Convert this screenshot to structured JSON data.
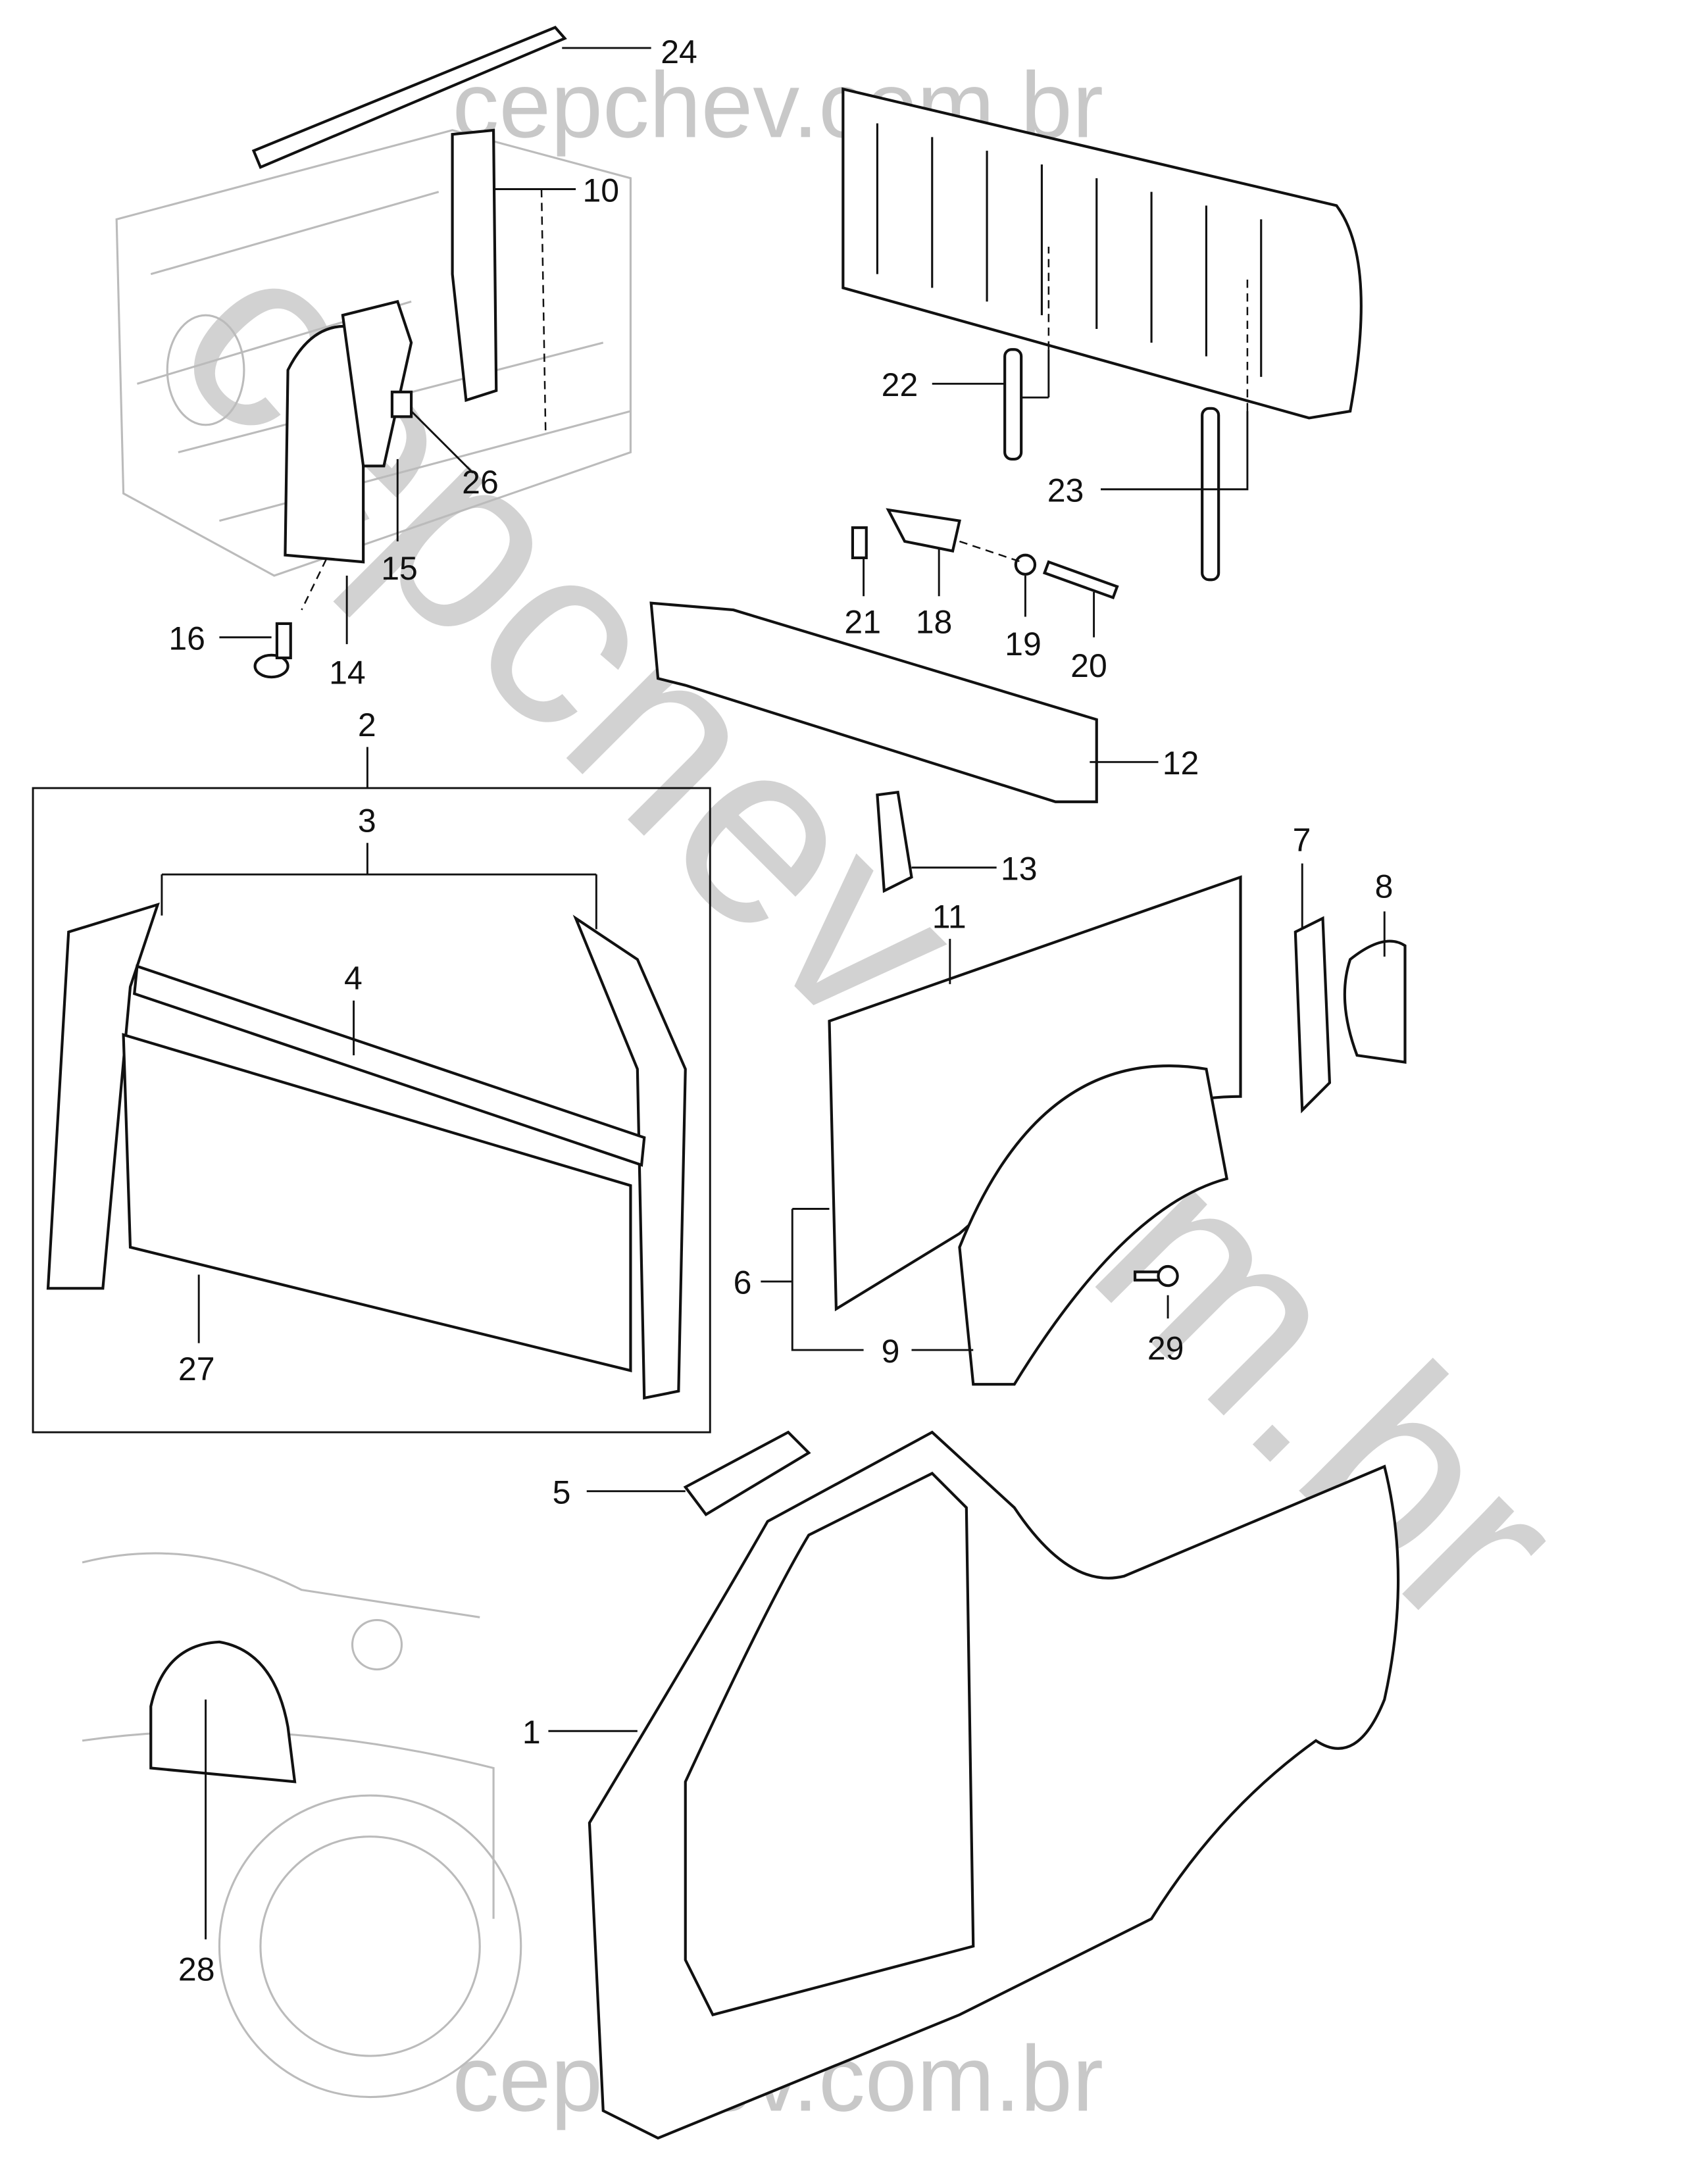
{
  "watermark": {
    "text_top": "cepchev.com.br",
    "text_bottom": "cepchev.com.br",
    "text_diagonal": "cepchev.com.br"
  },
  "callouts": {
    "c1": "1",
    "c2": "2",
    "c3": "3",
    "c4": "4",
    "c5": "5",
    "c6": "6",
    "c7": "7",
    "c8": "8",
    "c9": "9",
    "c10": "10",
    "c11": "11",
    "c12": "12",
    "c13": "13",
    "c14": "14",
    "c15": "15",
    "c16": "16",
    "c18": "18",
    "c19": "19",
    "c20": "20",
    "c21": "21",
    "c22": "22",
    "c23": "23",
    "c24": "24",
    "c26": "26",
    "c27": "27",
    "c28": "28",
    "c29": "29"
  }
}
